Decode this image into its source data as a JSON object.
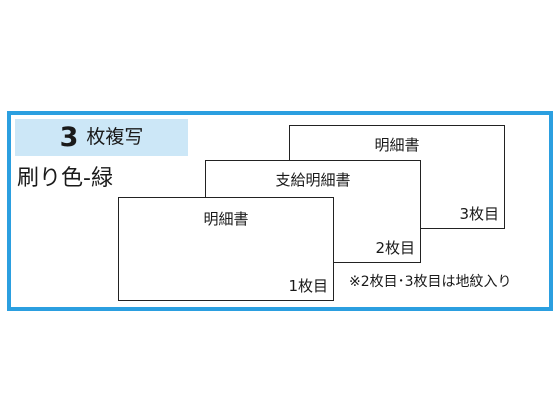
{
  "product": {
    "copies_count": "3",
    "copies_label": "枚複写",
    "color_label": "刷り色-緑",
    "sheets": [
      {
        "title": "明細書",
        "number": "3枚目"
      },
      {
        "title": "支給明細書",
        "number": "2枚目"
      },
      {
        "title": "明細書",
        "number": "1枚目"
      }
    ],
    "note": "※2枚目･3枚目は地紋入り"
  },
  "colors": {
    "border": "#2b9fe0",
    "badge_background": "#cce7f7",
    "text": "#1a1a1a"
  }
}
